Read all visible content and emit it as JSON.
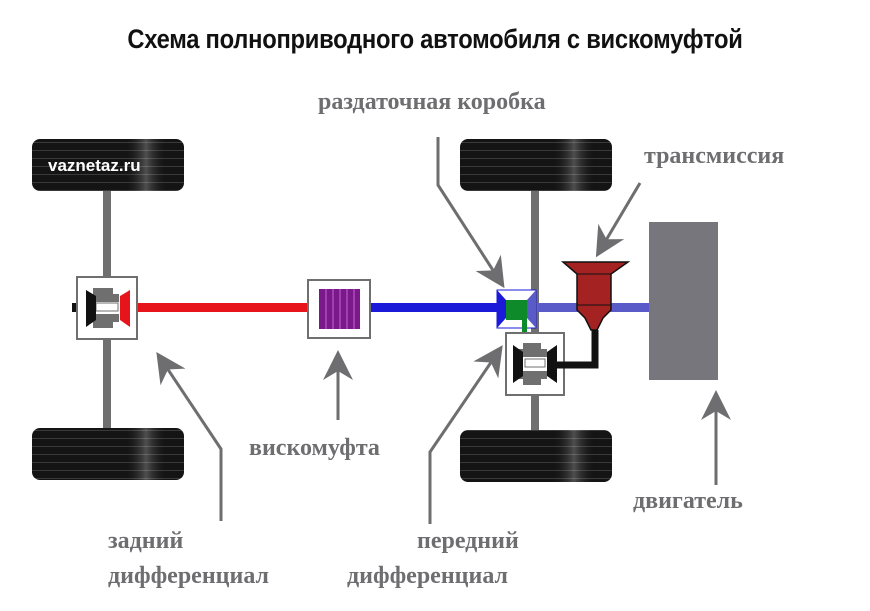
{
  "title": "Схема полноприводного автомобиля с вискомуфтой",
  "watermark": "vaznetaz.ru",
  "labels": {
    "transfer_case": "раздаточная коробка",
    "transmission": "трансмиссия",
    "viscous_coupling": "вискомуфта",
    "engine": "двигатель",
    "rear_diff_line1": "задний",
    "rear_diff_line2": "дифференциал",
    "front_diff_line1": "передний",
    "front_diff_line2": "дифференциал"
  },
  "colors": {
    "rear_shaft": "#e8141b",
    "front_shaft": "#1a1ad8",
    "engine_shaft": "#5a5ac8",
    "viscous": "#7a1a8a",
    "transfer_green": "#0f8a2a",
    "transmission": "#a52222",
    "engine": "#77767c",
    "tire": "#141414",
    "axle": "#6f6f70",
    "label": "#6e6e70"
  }
}
